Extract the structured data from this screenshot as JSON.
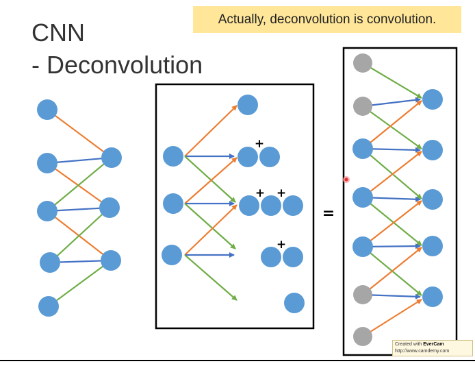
{
  "slide": {
    "title_line1": "CNN",
    "title_line2": "- Deconvolution",
    "callout": "Actually, deconvolution is convolution.",
    "equals": "=",
    "plus": "+"
  },
  "watermark": {
    "line1_prefix": "Created with ",
    "line1_brand": "EverCam",
    "line2": "http://www.camdemy.com"
  },
  "colors": {
    "node": "#5b9bd5",
    "padding_node": "#a6a6a6",
    "arrow_orange": "#ed7d31",
    "arrow_blue": "#4472c4",
    "arrow_green": "#70ad47",
    "callout_bg": "#ffe699",
    "pointer": "#e03030"
  }
}
